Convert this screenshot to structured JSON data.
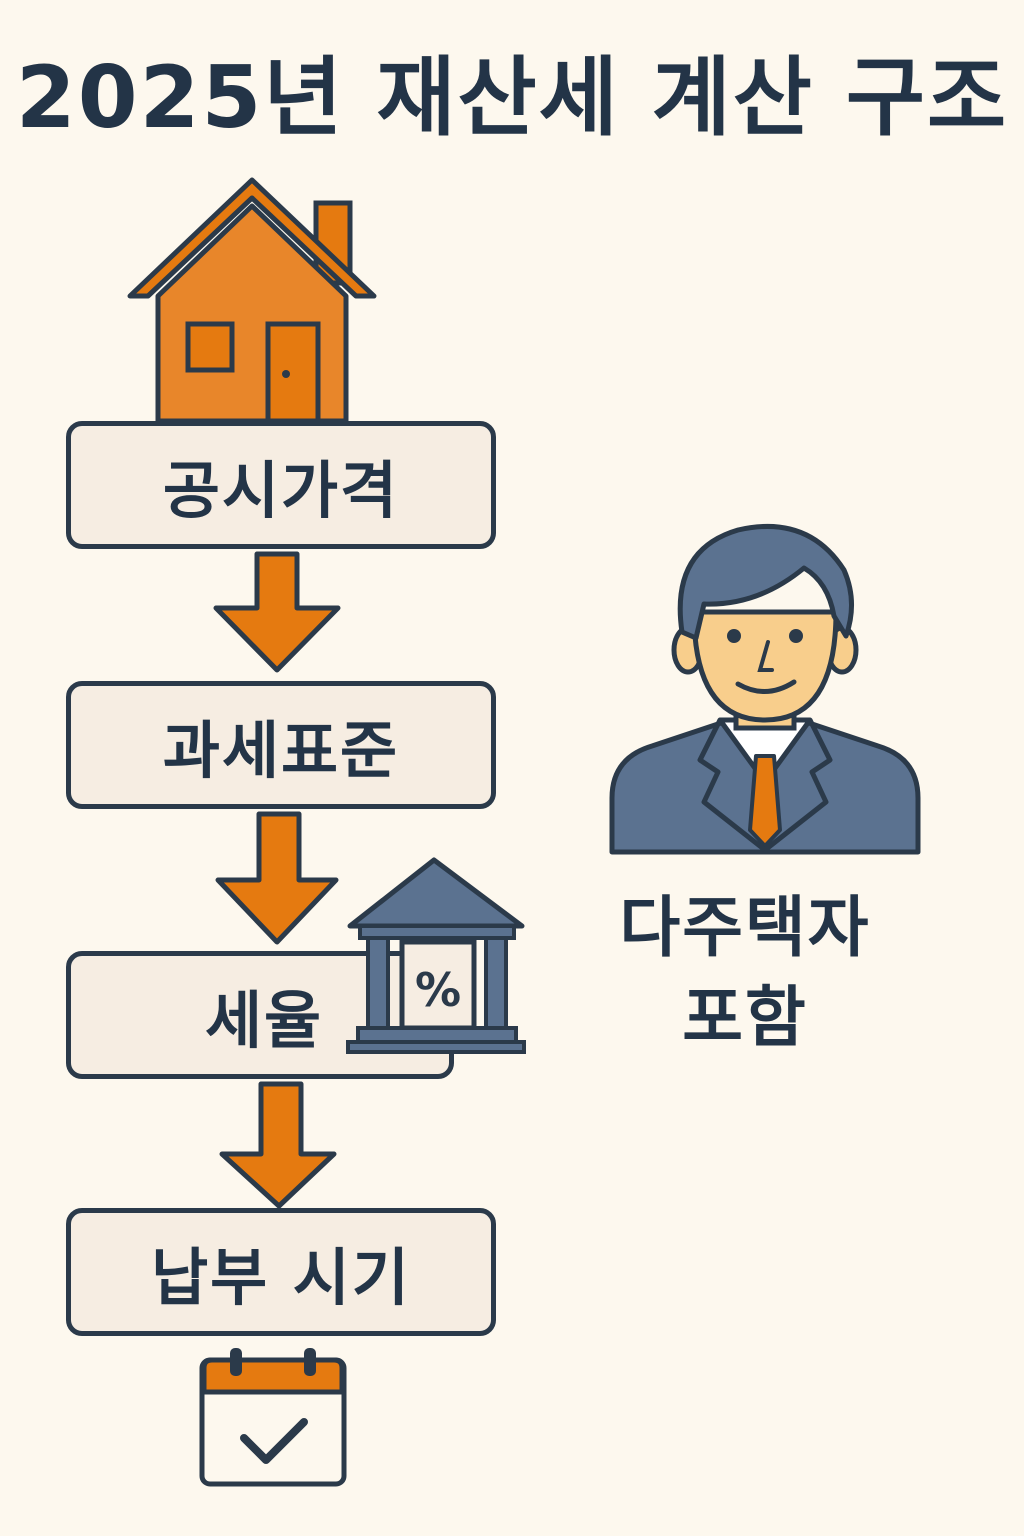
{
  "title": "2025년 재산세 계산 구조",
  "steps": [
    {
      "label": "공시가격",
      "icon": "house-icon"
    },
    {
      "label": "과세표준"
    },
    {
      "label": "세율",
      "icon": "bank-percent-icon",
      "icon_text": "%"
    },
    {
      "label": "납부 시기",
      "icon": "calendar-check-icon"
    }
  ],
  "person": {
    "icon": "businessman-icon",
    "label_line1": "다주택자",
    "label_line2": "포함"
  },
  "colors": {
    "background": "#fdf8ee",
    "accent_orange": "#e57a10",
    "navy": "#2b3a4a",
    "slate": "#5b7290",
    "box_fill": "#f6ede2"
  }
}
